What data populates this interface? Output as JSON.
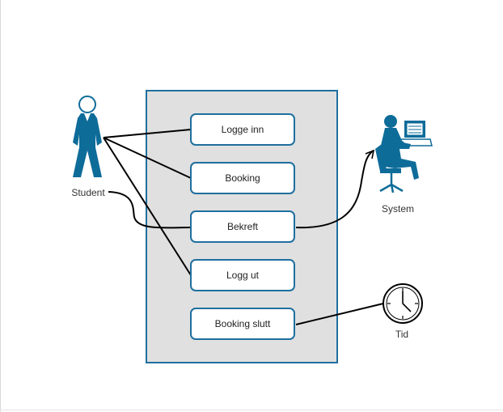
{
  "colors": {
    "accent": "#1f6f9f",
    "actor_fill": "#0e6c99",
    "boundary_fill": "#e0e0e0",
    "line": "#000000"
  },
  "actors": {
    "student": {
      "label": "Student",
      "icon": "person-icon"
    },
    "system": {
      "label": "System",
      "icon": "computer-user-icon"
    },
    "tid": {
      "label": "Tid",
      "icon": "clock-icon"
    }
  },
  "use_cases": [
    {
      "label": "Logge inn"
    },
    {
      "label": "Booking"
    },
    {
      "label": "Bekreft"
    },
    {
      "label": "Logg ut"
    },
    {
      "label": "Booking slutt"
    }
  ]
}
